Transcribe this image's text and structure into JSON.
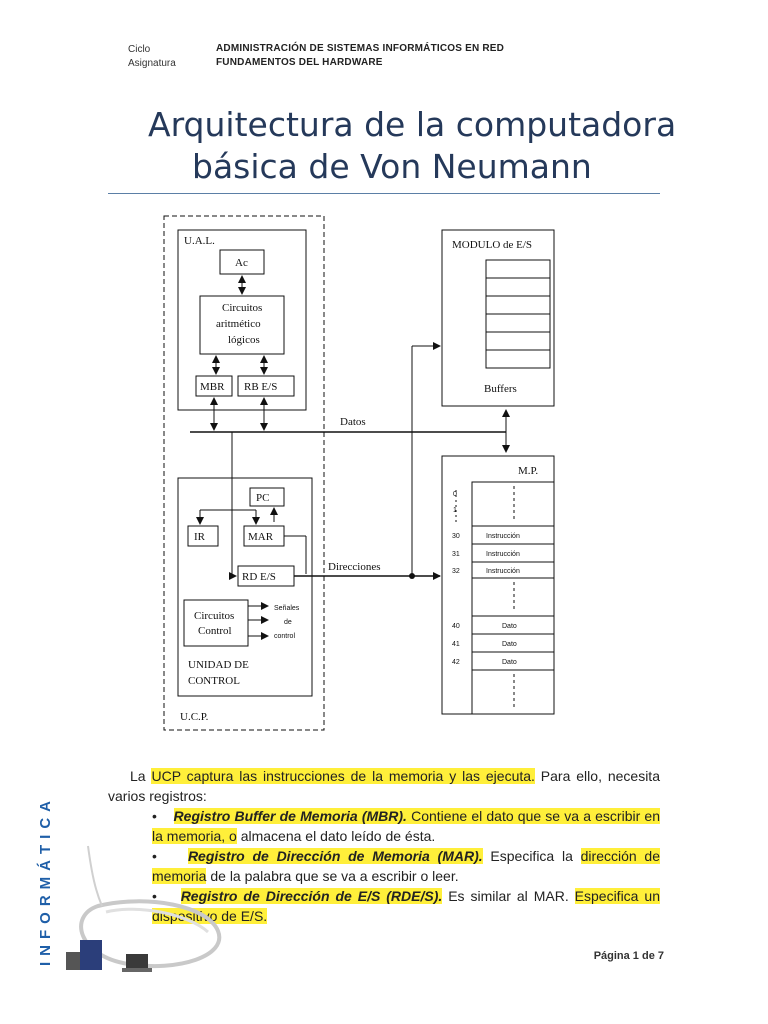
{
  "header": {
    "ciclo_label": "Ciclo",
    "ciclo_value": "ADMINISTRACIÓN DE SISTEMAS INFORMÁTICOS EN RED",
    "asignatura_label": "Asignatura",
    "asignatura_value": "FUNDAMENTOS DEL HARDWARE"
  },
  "title": {
    "line1": "Arquitectura de la computadora",
    "line2": "básica de Von Neumann"
  },
  "diagram": {
    "ual": "U.A.L.",
    "ac": "Ac",
    "circ_arit_1": "Circuitos",
    "circ_arit_2": "aritmético",
    "circ_arit_3": "lógicos",
    "mbr": "MBR",
    "rbes": "RB E/S",
    "datos": "Datos",
    "pc": "PC",
    "ir": "IR",
    "mar": "MAR",
    "rdes": "RD E/S",
    "direcciones": "Direcciones",
    "circ_ctrl_1": "Circuitos",
    "circ_ctrl_2": "Control",
    "senales_1": "Señales",
    "senales_2": "de",
    "senales_3": "control",
    "uc_1": "UNIDAD DE",
    "uc_2": "CONTROL",
    "ucp": "U.C.P.",
    "modulo": "MODULO de E/S",
    "buffers": "Buffers",
    "mp": "M.P.",
    "addr_0": "0",
    "addr_1": "1",
    "addr_30": "30",
    "addr_31": "31",
    "addr_32": "32",
    "addr_40": "40",
    "addr_41": "41",
    "addr_42": "42",
    "instr": "Instrucción",
    "dato": "Dato"
  },
  "body": {
    "p1_a": "La ",
    "p1_hl": "UCP captura las instrucciones de la memoria y las ejecuta.",
    "p1_b": " Para ello, necesita varios registros:",
    "b1_term": "Registro Buffer de Memoria (MBR).",
    "b1_text_hl": " Contiene el dato que se va a escribir en la memoria, o",
    "b1_text_plain": " almacena el dato leído de ésta.",
    "b2_term": "Registro de Dirección de Memoria (MAR).",
    "b2_text_plain": " Especifica la ",
    "b2_text_hl": "dirección de memoria",
    "b2_text_rest": " de la palabra que se va a escribir o leer.",
    "b3_term": "Registro de Dirección de E/S (RDE/S).",
    "b3_text_plain": " Es similar al MAR. ",
    "b3_text_hl": "Especifica un dispositivo de E/S."
  },
  "sidebar": {
    "label": "INFORMÁTICA"
  },
  "footer": {
    "page": "Página 1 de 7"
  }
}
